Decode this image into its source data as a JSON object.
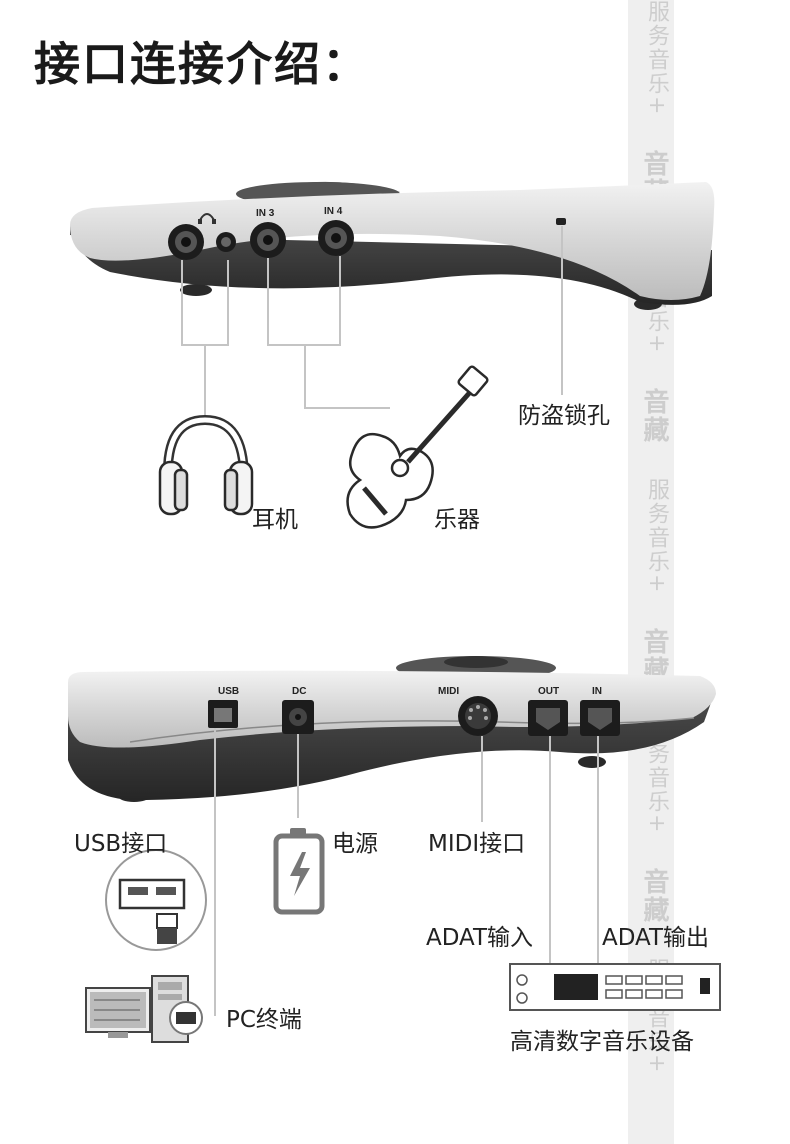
{
  "title": "接口连接介绍：",
  "front": {
    "ports": {
      "in3": "IN 3",
      "in4": "IN 4"
    },
    "labels": {
      "lock": "防盗锁孔",
      "headphone": "耳机",
      "instrument": "乐器"
    }
  },
  "back": {
    "ports": {
      "usb": "USB",
      "dc": "DC",
      "midi": "MIDI",
      "out": "OUT",
      "in": "IN"
    },
    "labels": {
      "usb_port": "USB接口",
      "power": "电源",
      "midi_port": "MIDI接口",
      "adat_in": "ADAT输入",
      "adat_out": "ADAT输出",
      "pc": "PC终端",
      "hd_device": "高清数字音乐设备"
    }
  },
  "watermark": {
    "brand": "音藏",
    "service": "服务音乐+"
  },
  "colors": {
    "silver": "#d9d9d9",
    "dark": "#3a3a3a",
    "line": "#bdbdbd"
  }
}
